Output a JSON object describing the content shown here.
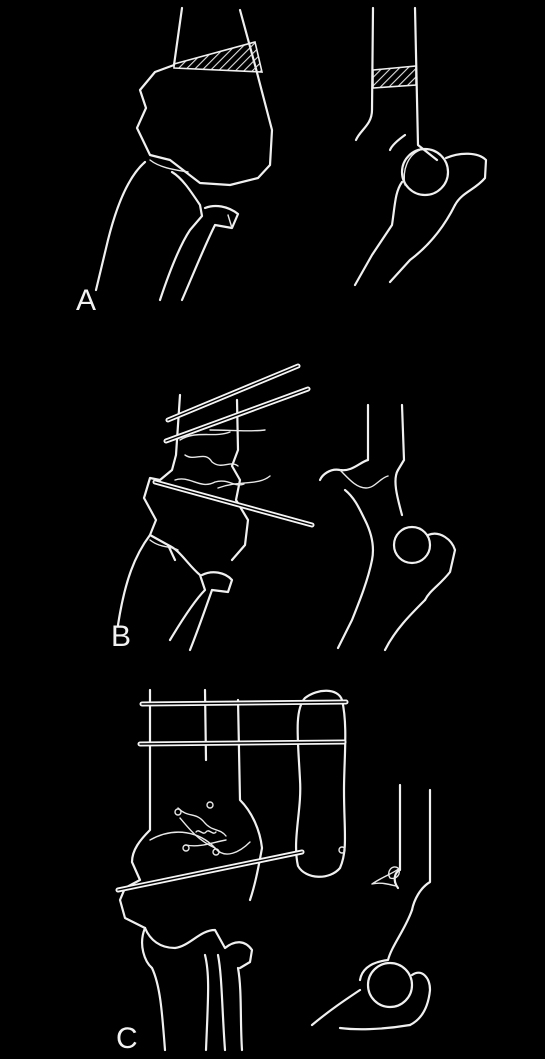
{
  "figure": {
    "panels": [
      {
        "id": "A",
        "label": "A"
      },
      {
        "id": "B",
        "label": "B"
      },
      {
        "id": "C",
        "label": "C"
      }
    ],
    "colors": {
      "background": "#000000",
      "line": "#f0f0f0"
    }
  }
}
